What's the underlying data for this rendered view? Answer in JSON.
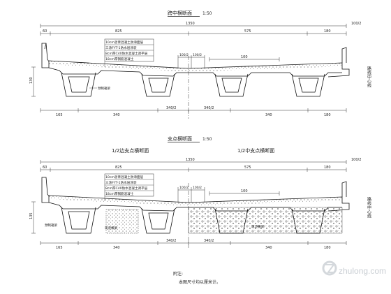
{
  "colors": {
    "line": "#1a1a1a",
    "dim": "#333333",
    "hatch": "#555555",
    "watermark": "#c9ced3"
  },
  "section1": {
    "title": "跨中横断面",
    "scale": "1:50",
    "overall": "1350",
    "right_edge": "100/2",
    "top_dims": [
      "60",
      "825",
      "575",
      "180"
    ],
    "inner_dim": "100",
    "layers": [
      "10cm沥青混凝土防滑面层",
      "三涂FYT-1防水层涂装",
      "8cm厚C40防水混凝土调平层",
      "18cm厚钢筋混凝土"
    ],
    "center_dims": [
      "100/2",
      "100/2"
    ],
    "height": "130",
    "bottom_dims": [
      "165",
      "340",
      "340/2",
      "340/2",
      "340",
      "180"
    ],
    "label_left": "预制箱梁",
    "centerline": "路线中心线"
  },
  "section2": {
    "title": "支点横断面",
    "scale": "1:50",
    "subtitle_left": "1/2边支点横断面",
    "subtitle_right": "1/2中支点横断面",
    "overall": "1350",
    "right_edge": "100/2",
    "top_dims": [
      "60",
      "825",
      "575",
      "180"
    ],
    "inner_dim": "100",
    "layers": [
      "10cm沥青混凝土防滑面层",
      "三涂FYT-1防水层涂装",
      "8cm厚C40防水混凝土调平层",
      "18cm厚钢筋混凝土"
    ],
    "center_dims": [
      "100/2",
      "100/2"
    ],
    "height": "135",
    "bottom_dims": [
      "165",
      "340",
      "340/2",
      "340/2",
      "340",
      "180"
    ],
    "label_left1": "预制箱梁",
    "label_left2": "现浇横梁",
    "label_right": "现浇横梁",
    "centerline": "路线中心线"
  },
  "notes": {
    "title": "附注:",
    "line1": "本图尺寸均以厘米计。"
  },
  "watermark": "zhulong.com"
}
